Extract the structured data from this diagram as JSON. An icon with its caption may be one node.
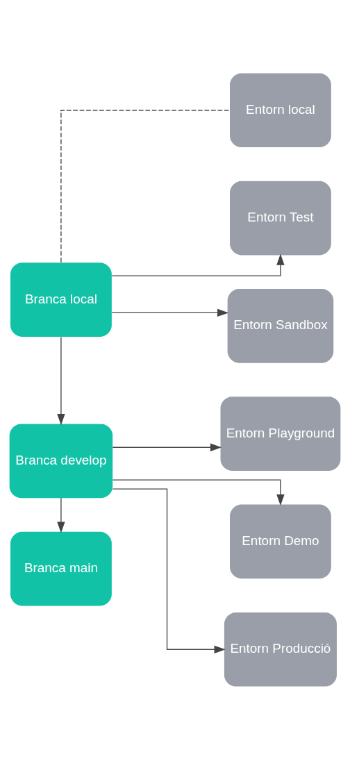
{
  "diagram": {
    "nodes": [
      {
        "text": [
          "Branca local"
        ]
      },
      {
        "text": [
          "Entorn local"
        ]
      },
      {
        "text": [
          "Entorn Test"
        ]
      },
      {
        "text": [
          "Branca develop"
        ]
      },
      {
        "text": [
          "Entorn Sandbox"
        ]
      },
      {
        "text": [
          "Entorn Playground"
        ]
      },
      {
        "text": [
          "Branca main"
        ]
      },
      {
        "text": [
          "Entorn Demo"
        ]
      },
      {
        "text": [
          "Entorn Producció"
        ]
      }
    ],
    "edges": [
      {
        "from": 0,
        "to": 1,
        "arrow": "none",
        "style": "dashed"
      },
      {
        "from": 0,
        "to": 3,
        "arrow": "to"
      },
      {
        "from": 0,
        "to": 2,
        "arrow": "to"
      },
      {
        "from": 0,
        "to": 4,
        "arrow": "to"
      },
      {
        "from": 3,
        "to": 6,
        "arrow": "to"
      },
      {
        "from": 3,
        "to": 5,
        "arrow": "to"
      },
      {
        "from": 3,
        "to": 7,
        "arrow": "to"
      },
      {
        "from": 3,
        "to": 8,
        "arrow": "to"
      }
    ]
  }
}
